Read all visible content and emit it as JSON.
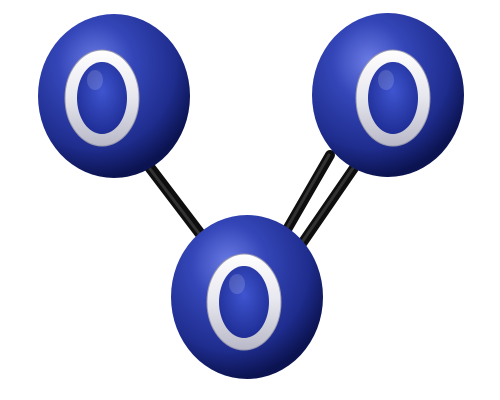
{
  "molecule": {
    "colors": {
      "atom_body": "#2a3aa0",
      "atom_highlight": "#6a7ae0",
      "atom_shadow": "#0b1350",
      "ring": "#ffffff",
      "bond": "#111111",
      "background": "#ffffff"
    },
    "atoms": [
      {
        "label": "O"
      },
      {
        "label": "O"
      },
      {
        "label": "O"
      }
    ],
    "bonds": [
      {
        "type": "single"
      },
      {
        "type": "double"
      }
    ]
  }
}
